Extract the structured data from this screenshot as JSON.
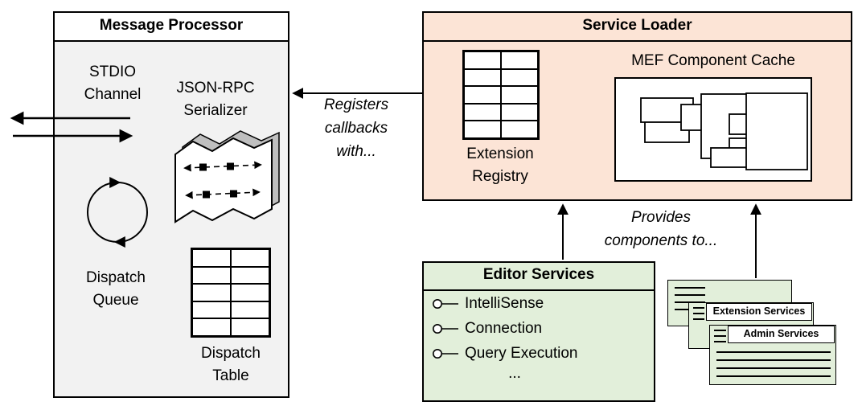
{
  "colors": {
    "message_processor_fill": "#f2f2f2",
    "service_loader_fill": "#fce4d6",
    "editor_services_fill": "#e2efda",
    "card_fill": "#e2efda",
    "border": "#000000",
    "icon_shade": "#bfbfbf"
  },
  "icons": {
    "stdio_arrows": "double-horizontal-arrows",
    "dispatch_queue_icon": "circular-cycle-arrows",
    "serializer_icon": "ribbon-with-message-flow",
    "dispatch_table_icon": "2x5-table-grid",
    "extension_registry_icon": "2x5-table-grid",
    "mef_components_icon": "overlapping-component-boxes",
    "service_interface_icon": "lollipop-connector"
  },
  "message_processor": {
    "title": "Message Processor",
    "stdio_label": "STDIO Channel",
    "serializer_label": "JSON-RPC Serializer",
    "dispatch_queue_label": "Dispatch Queue",
    "dispatch_table_label": "Dispatch Table"
  },
  "service_loader": {
    "title": "Service Loader",
    "extension_registry_label": "Extension Registry",
    "mef_cache_label": "MEF Component Cache"
  },
  "editor_services": {
    "title": "Editor Services",
    "items": [
      "IntelliSense",
      "Connection",
      "Query Execution"
    ],
    "more_label": "..."
  },
  "service_cards": {
    "cards": [
      {
        "label": ""
      },
      {
        "label": "Extension Services"
      },
      {
        "label": "Admin Services"
      }
    ]
  },
  "annotations": {
    "registers_label": "Registers callbacks with...",
    "provides_label": "Provides components to..."
  }
}
